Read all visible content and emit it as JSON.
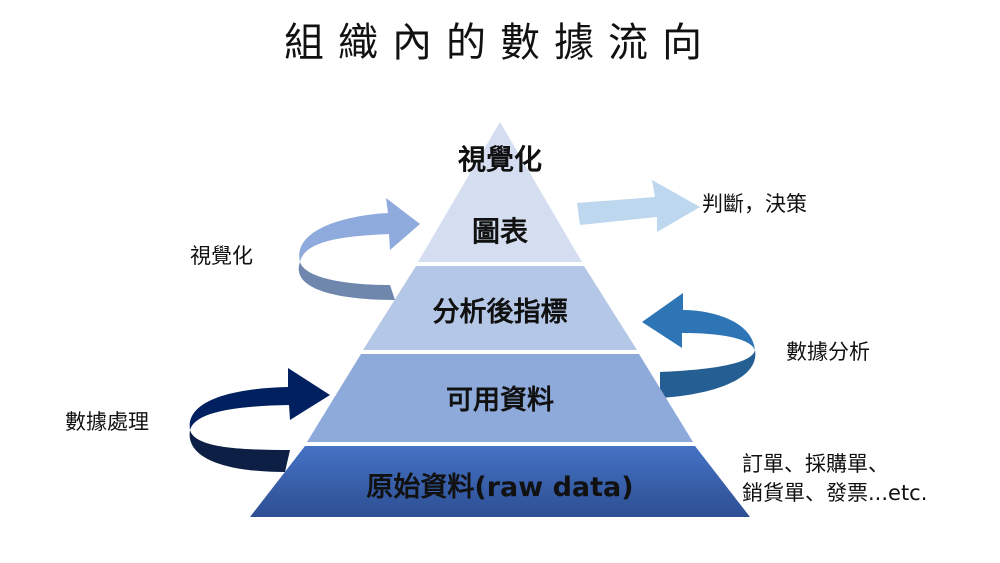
{
  "title": "組織內的數據流向",
  "pyramid": {
    "apex_label": "視覺化",
    "layers": [
      {
        "label": "圖表",
        "color": "#d5def1"
      },
      {
        "label": "分析後指標",
        "color": "#b4c7e7"
      },
      {
        "label": "可用資料",
        "color": "#8eaadb"
      },
      {
        "label": "原始資料(raw data)",
        "color_top": "#4472c4",
        "color_bottom": "#2e4f93"
      }
    ]
  },
  "arrows": {
    "output": {
      "label": "判斷，決策",
      "color": "#bdd7ee"
    },
    "visualize": {
      "label": "視覺化",
      "color": "#8faadc",
      "shade": "#6f86ad"
    },
    "analysis": {
      "label": "數據分析",
      "color": "#2e75b6",
      "shade": "#255e92"
    },
    "processing": {
      "label": "數據處理",
      "color": "#002060",
      "shade": "#0d1f44"
    }
  },
  "source_note": {
    "line1": "訂單、採購單、",
    "line2": "銷貨單、發票...etc."
  }
}
